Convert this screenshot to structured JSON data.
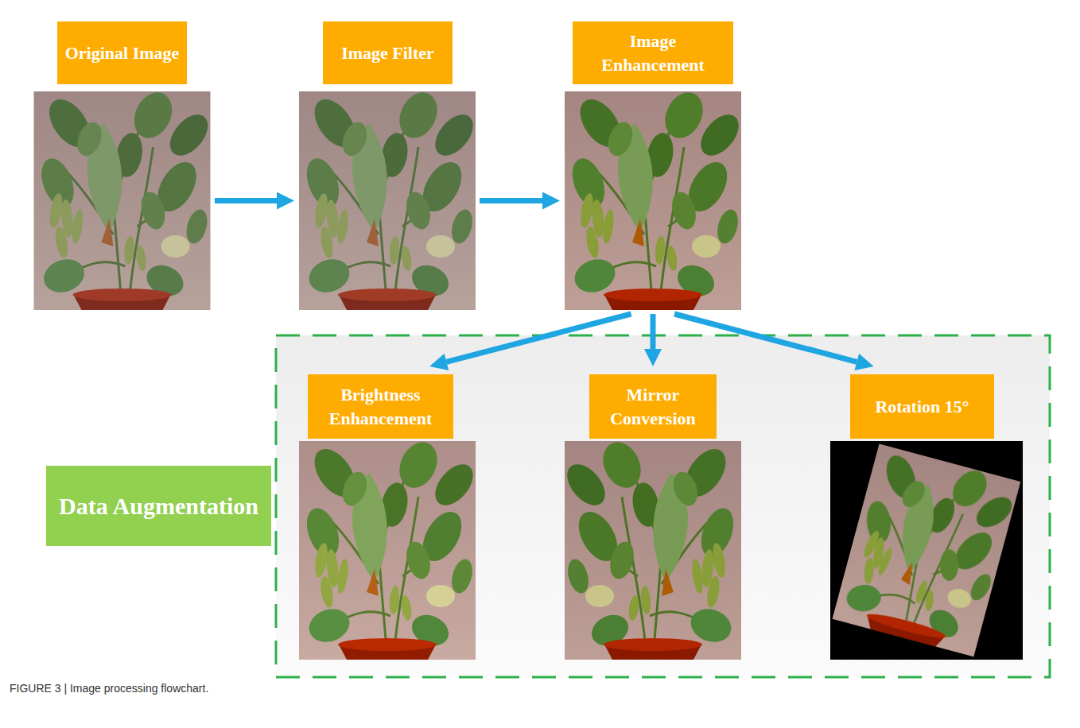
{
  "diagram": {
    "caption": "FIGURE 3 | Image processing flowchart.",
    "nodes": [
      {
        "text": [
          "Original Image"
        ]
      },
      {
        "text": [
          "Image Filter"
        ]
      },
      {
        "text": [
          "Image Enhancement"
        ]
      },
      {
        "text": [
          "Data Augmentation"
        ]
      },
      {
        "text": [
          "Brightness Enhancement"
        ]
      },
      {
        "text": [
          "Mirror Conversion"
        ]
      },
      {
        "text": [
          "Rotation 15°"
        ]
      }
    ],
    "edges": [
      {
        "from": 0,
        "to": 1,
        "arrow": "to"
      },
      {
        "from": 1,
        "to": 2,
        "arrow": "to"
      },
      {
        "from": 2,
        "to": 4,
        "arrow": "to"
      },
      {
        "from": 2,
        "to": 5,
        "arrow": "to"
      },
      {
        "from": 2,
        "to": 6,
        "arrow": "to"
      }
    ]
  }
}
